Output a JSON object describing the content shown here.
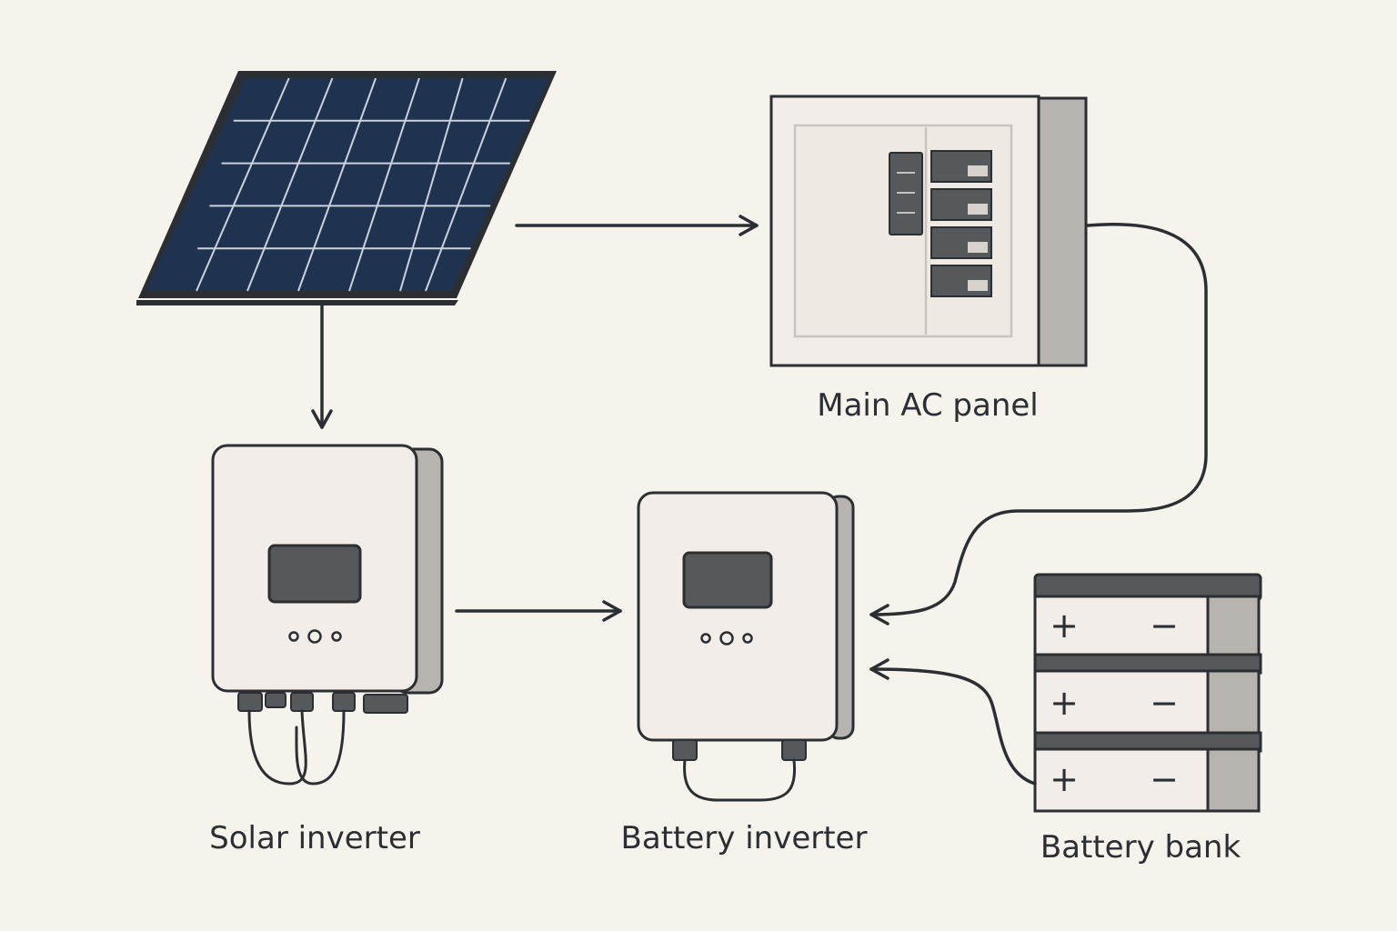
{
  "colors": {
    "background": "#f6f2ec",
    "panel_blue": "#1f3350",
    "device_body": "#f2ede8",
    "device_side": "#b7b3ae",
    "outline": "#2b2f33",
    "screen": "#55595c"
  },
  "nodes": {
    "solar_panel": {
      "icon": "solar-panel-icon"
    },
    "main_ac_panel": {
      "label": "Main AC panel",
      "icon": "breaker-panel-icon"
    },
    "solar_inverter": {
      "label": "Solar inverter",
      "icon": "inverter-icon"
    },
    "battery_inverter": {
      "label": "Battery inverter",
      "icon": "inverter-icon"
    },
    "battery_bank": {
      "label": "Battery bank",
      "icon": "battery-stack-icon",
      "modules": [
        {
          "plus": "+",
          "minus": "−"
        },
        {
          "plus": "+",
          "minus": "−"
        },
        {
          "plus": "+",
          "minus": "−"
        }
      ]
    }
  },
  "edges": [
    {
      "from": "solar_panel",
      "to": "main_ac_panel"
    },
    {
      "from": "solar_panel",
      "to": "solar_inverter"
    },
    {
      "from": "solar_inverter",
      "to": "battery_inverter"
    },
    {
      "from": "main_ac_panel",
      "to": "battery_inverter"
    },
    {
      "from": "battery_bank",
      "to": "battery_inverter"
    }
  ]
}
